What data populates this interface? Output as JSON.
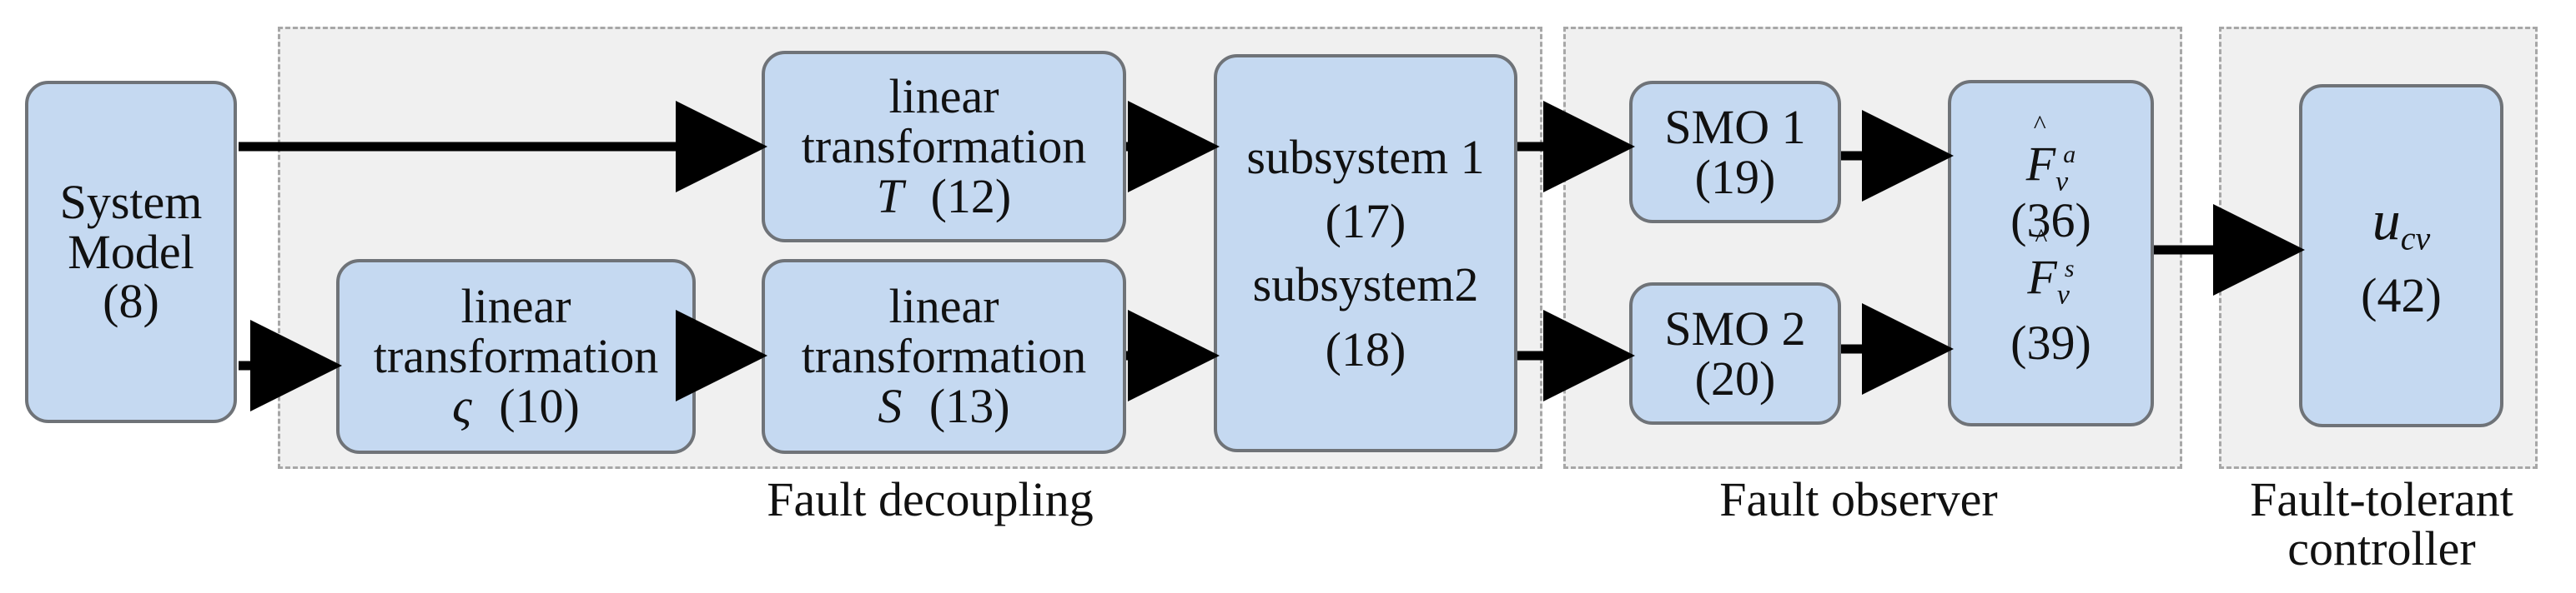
{
  "groups": {
    "decoupling": "Fault decoupling",
    "observer": "Fault observer",
    "controller_line1": "Fault-tolerant",
    "controller_line2": "controller"
  },
  "boxes": {
    "system_model": {
      "line1": "System",
      "line2": "Model",
      "line3": "(8)"
    },
    "t_transform": {
      "line1": "linear",
      "line2": "transformation",
      "symbol": "T",
      "eq": "(12)"
    },
    "sigma_transform": {
      "line1": "linear",
      "line2": "transformation",
      "symbol": "ς",
      "eq": "(10)"
    },
    "s_transform": {
      "line1": "linear",
      "line2": "transformation",
      "symbol": "S",
      "eq": "(13)"
    },
    "subsystems": {
      "line1": "subsystem 1",
      "line2": "(17)",
      "line3": "subsystem2",
      "line4": "(18)"
    },
    "smo1": {
      "line1": "SMO 1",
      "line2": "(19)"
    },
    "smo2": {
      "line1": "SMO 2",
      "line2": "(20)"
    },
    "fault_estimates": {
      "fa_base": "F",
      "fa_sub": "v",
      "fa_sup": "a",
      "fa_eq": "(36)",
      "fs_base": "F",
      "fs_sub": "v",
      "fs_sup": "s",
      "fs_eq": "(39)"
    },
    "controller_signal": {
      "base": "u",
      "sub": "cv",
      "eq": "(42)"
    }
  },
  "colors": {
    "box_fill": "#c5d9f1",
    "box_stroke": "#6f7378",
    "group_fill": "#f0f0f0",
    "group_stroke": "#a7a7a7",
    "arrow": "#000000"
  }
}
